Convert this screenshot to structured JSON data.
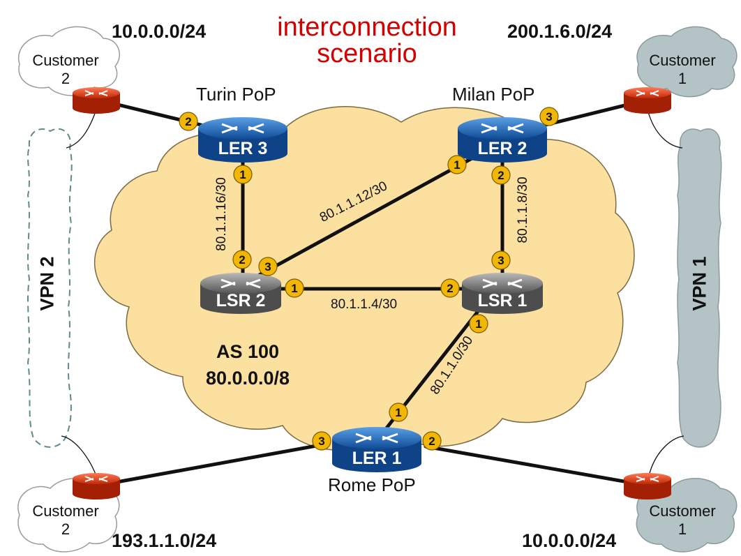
{
  "title": {
    "line1": "interconnection",
    "line2": "scenario"
  },
  "networks": {
    "top_left": "10.0.0.0/24",
    "top_right": "200.1.6.0/24",
    "bottom_left": "193.1.1.0/24",
    "bottom_right": "10.0.0.0/24"
  },
  "customers": {
    "top_left": {
      "line1": "Customer",
      "line2": "2"
    },
    "top_right": {
      "line1": "Customer",
      "line2": "1"
    },
    "bottom_left": {
      "line1": "Customer",
      "line2": "2"
    },
    "bottom_right": {
      "line1": "Customer",
      "line2": "1"
    }
  },
  "pops": {
    "turin": "Turin PoP",
    "milan": "Milan PoP",
    "rome": "Rome PoP"
  },
  "routers": {
    "ler3": "LER 3",
    "ler2": "LER 2",
    "ler1": "LER 1",
    "lsr2": "LSR 2",
    "lsr1": "LSR 1"
  },
  "vpns": {
    "left": "VPN 2",
    "right": "VPN 1"
  },
  "as": {
    "name": "AS 100",
    "prefix": "80.0.0.0/8"
  },
  "subnets": {
    "ler3_lsr2": "80.1.1.16/30",
    "lsr2_ler2": "80.1.1.12/30",
    "ler2_lsr1": "80.1.1.8/30",
    "lsr2_lsr1": "80.1.1.4/30",
    "lsr1_ler1": "80.1.1.0/30"
  },
  "ports": {
    "ler3_to_customer": "2",
    "ler3_to_lsr2": "1",
    "lsr2_to_ler3": "2",
    "lsr2_to_ler2": "3",
    "lsr2_to_lsr1": "1",
    "ler2_to_lsr2": "1",
    "ler2_to_lsr1": "2",
    "ler2_to_customer": "3",
    "lsr1_to_ler2": "3",
    "lsr1_to_lsr2": "2",
    "lsr1_to_ler1": "1",
    "ler1_to_lsr1": "1",
    "ler1_to_customer_left": "3",
    "ler1_to_customer_right": "2"
  },
  "colors": {
    "cloud": "#fce0a0",
    "cloud_border": "#7a6a44",
    "ler": "#1e64b4",
    "lsr": "#777777",
    "ce_router": "#e8411c",
    "port_badge": "#f2b705",
    "vpn1_fill": "#b4c3c6",
    "title": "#d40000"
  }
}
